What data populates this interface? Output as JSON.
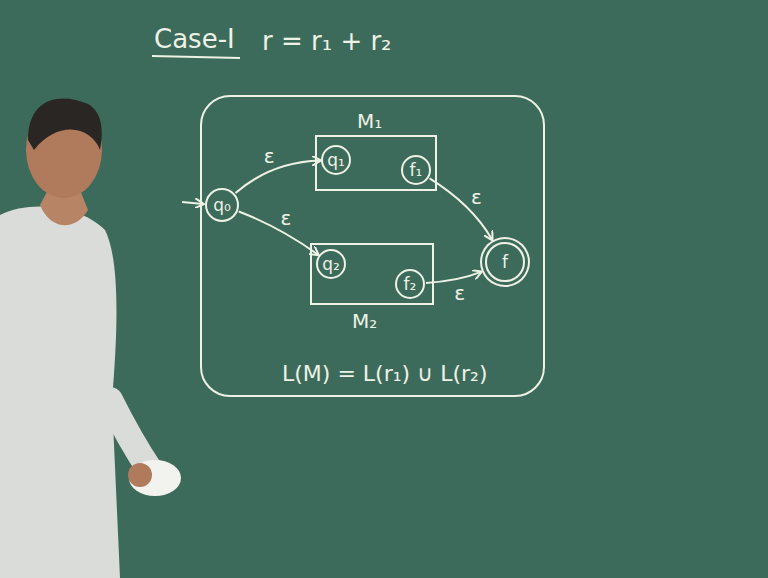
{
  "diagram": {
    "title": "Case-I",
    "nodes": [
      {
        "text": [
          "L(M) = L(r₁) ∪ L(r₂)"
        ]
      },
      {
        "text": [
          "q₀"
        ],
        "in": 0
      },
      {
        "text": [
          "M₁"
        ],
        "in": 0
      },
      {
        "text": [
          "q₁"
        ],
        "in": 2
      },
      {
        "text": [
          "f₁"
        ],
        "in": 2
      },
      {
        "text": [
          "M₂"
        ],
        "in": 0
      },
      {
        "text": [
          "q₂"
        ],
        "in": 5
      },
      {
        "text": [
          "f₂"
        ],
        "in": 5
      },
      {
        "text": [
          "f"
        ],
        "in": 0
      }
    ],
    "edges": [
      {
        "from": 1,
        "to": 3,
        "label": "ε",
        "arrow": "to"
      },
      {
        "from": 1,
        "to": 6,
        "label": "ε",
        "arrow": "to"
      },
      {
        "from": 4,
        "to": 8,
        "label": "ε",
        "arrow": "to"
      },
      {
        "from": 7,
        "to": 8,
        "label": "ε",
        "arrow": "to"
      }
    ],
    "labels": [
      "r = r₁ + r₂"
    ]
  }
}
